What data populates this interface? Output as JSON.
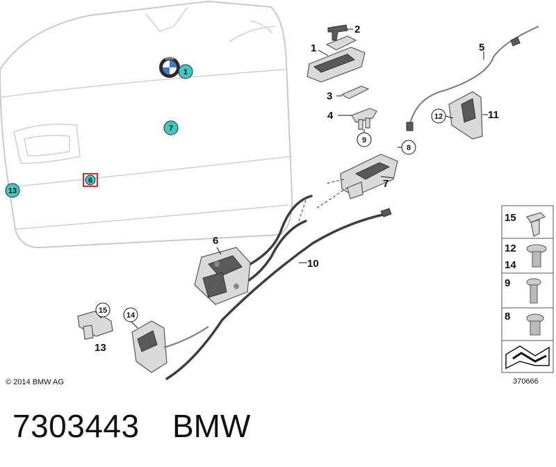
{
  "diagram": {
    "copyright": "© 2014 BMW AG",
    "figure_id": "370666",
    "tailgate_callouts": [
      "1",
      "7",
      "6",
      "13"
    ],
    "part_labels": {
      "p1": "1",
      "p2": "2",
      "p3": "3",
      "p4": "4",
      "p5": "5",
      "p6": "6",
      "p7": "7",
      "p8": "8",
      "p9": "9",
      "p10": "10",
      "p11": "11",
      "p12": "12",
      "p13": "13",
      "p14": "14",
      "p15": "15"
    },
    "fastener_legend": [
      {
        "labels": [
          "15"
        ]
      },
      {
        "labels": [
          "12",
          "14"
        ]
      },
      {
        "labels": [
          "9"
        ]
      },
      {
        "labels": [
          "8"
        ]
      }
    ],
    "colors": {
      "callout_fill": "#3ec9c3",
      "highlight_box": "#e0262a",
      "ghost_outline": "#c9c9c9"
    }
  },
  "footer": {
    "part_number": "7303443",
    "brand": "BMW"
  }
}
